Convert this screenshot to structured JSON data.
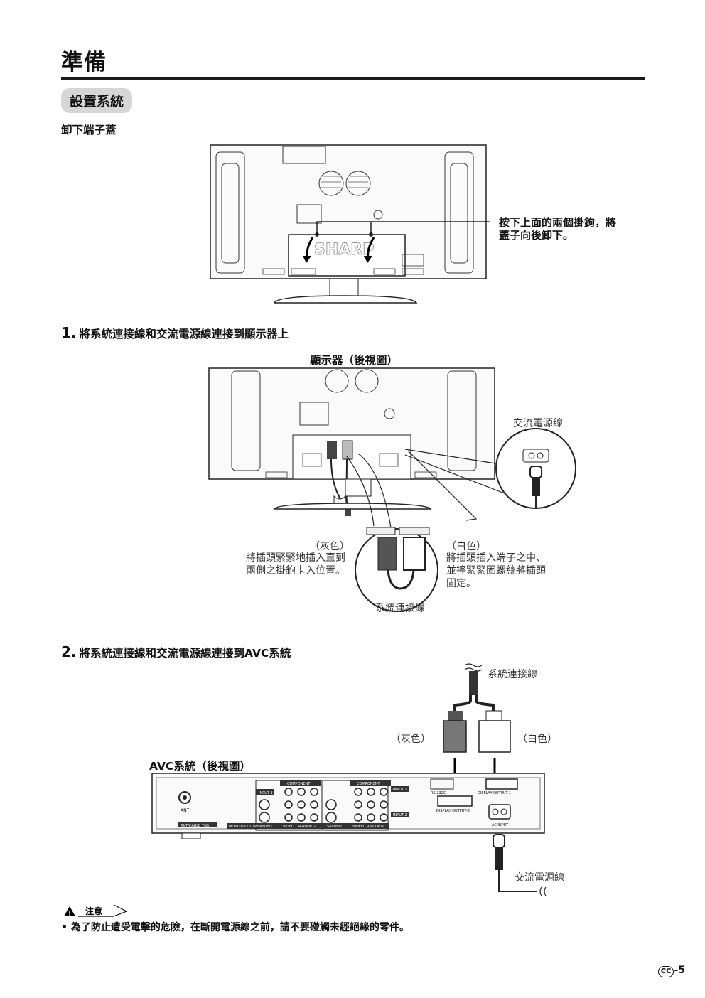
{
  "page": {
    "title": "準備",
    "section_label": "設置系統",
    "subsection_heading": "卸下端子蓋",
    "remove_cover_callout_line1": "按下上面的兩個掛鉤，將",
    "remove_cover_callout_line2": "蓋子向後卸下。",
    "brand_on_cover": "SHARP"
  },
  "step1": {
    "number": "1.",
    "text": "將系統連接線和交流電源線連接到顯示器上",
    "diagram_title": "顯示器（後視圖）",
    "ac_cord_label": "交流電源線",
    "gray_color": "（灰色）",
    "gray_note_line1": "將插頭緊緊地插入直到",
    "gray_note_line2": "兩側之掛鉤卡入位置。",
    "white_color": "（白色）",
    "white_note_line1": "將插頭插入端子之中、",
    "white_note_line2": "並擰緊緊固螺絲將插頭",
    "white_note_line3": "固定。",
    "system_cable_label": "系統連接線"
  },
  "step2": {
    "number": "2.",
    "text": "將系統連接線和交流電源線連接到AVC系統",
    "system_cable_label": "系統連接線",
    "gray_color": "（灰色）",
    "white_color": "（白色）",
    "avc_title": "AVC系統（後視圖）",
    "ac_cord_label": "交流電源線",
    "panel_labels": {
      "component": "COMPONENT",
      "input1": "INPUT 1",
      "input2": "INPUT 2",
      "input3": "INPUT 3",
      "rs232c": "RS-232C",
      "display_output_1": "DISPLAY OUTPUT-1",
      "display_output_2": "DISPLAY OUTPUT-2",
      "ant": "ANT",
      "ant_cable": "ANT/CABLE 75Ω",
      "monitor_output": "MONITOR OUTPUT",
      "s_video": "S-VIDEO",
      "video": "VIDEO",
      "audio": "R-AUDIO-L",
      "ac_input": "AC INPUT"
    }
  },
  "caution": {
    "label": "注意",
    "text": "• 為了防止遭受電擊的危險，在斷開電源線之前，請不要碰觸未經絕緣的零件。"
  },
  "footer": {
    "lang_badge": "CC",
    "page_suffix": "-5"
  }
}
